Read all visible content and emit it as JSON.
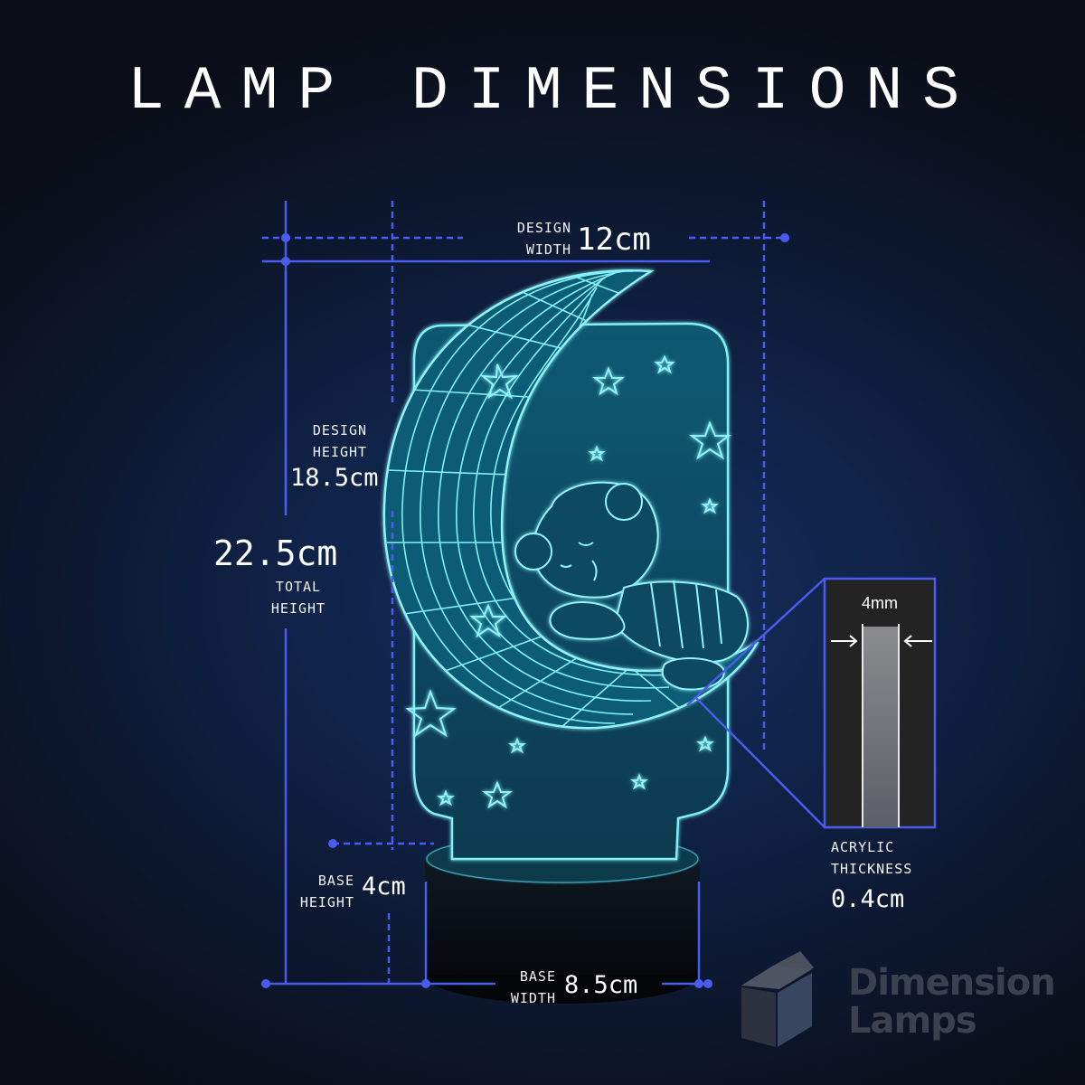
{
  "title": "LAMP DIMENSIONS",
  "dimensions": {
    "design_width": {
      "label_line1": "DESIGN",
      "label_line2": "WIDTH",
      "value": "12cm"
    },
    "design_height": {
      "label_line1": "DESIGN",
      "label_line2": "HEIGHT",
      "value": "18.5cm"
    },
    "total_height": {
      "value": "22.5cm",
      "label_line1": "TOTAL",
      "label_line2": "HEIGHT"
    },
    "base_height": {
      "label_line1": "BASE",
      "label_line2": "HEIGHT",
      "value": "4cm"
    },
    "base_width": {
      "label_line1": "BASE",
      "label_line2": "WIDTH",
      "value": "8.5cm"
    },
    "acrylic_thickness": {
      "inset_value": "4mm",
      "label_line1": "ACRYLIC",
      "label_line2": "THICKNESS",
      "value": "0.4cm"
    }
  },
  "product_image": {
    "subject": "3D acrylic LED lamp - sleeping bear on crescent moon with stars",
    "glow_color": "#5fe6f0"
  },
  "brand": {
    "line1": "Dimension",
    "line2": "Lamps",
    "icon": "cube-logo-icon"
  },
  "colors": {
    "dimension_line": "#4a5cf0",
    "text": "#ffffff",
    "inset_bg": "#232323",
    "logo": "#3c4150"
  }
}
